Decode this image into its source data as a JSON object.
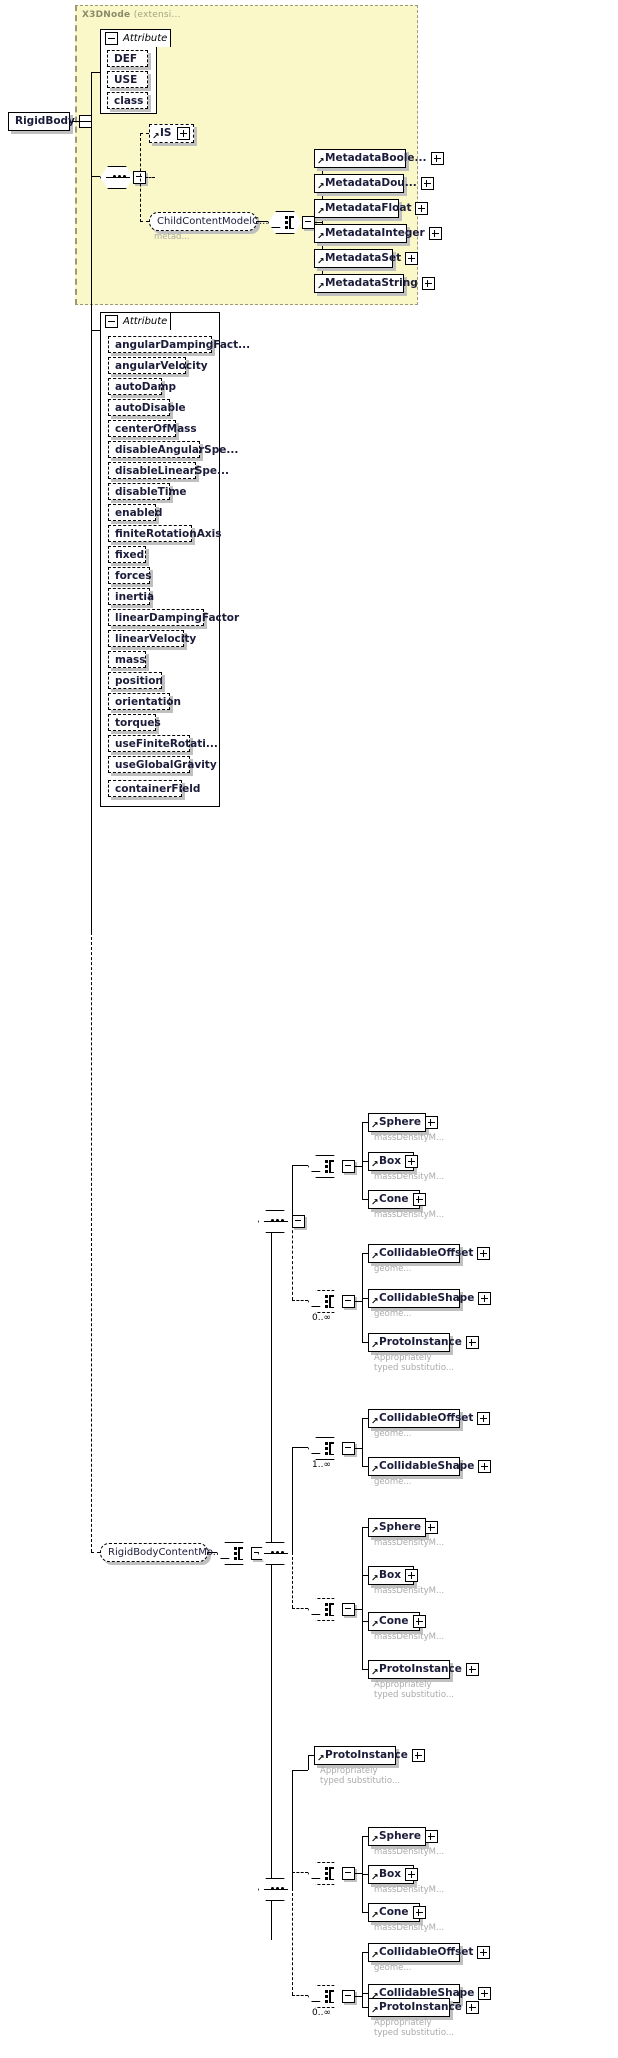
{
  "diagram": {
    "type": "xml-schema-diagram",
    "root_element": "RigidBody",
    "extension_group_title": "X3DNode",
    "extension_group_suffix": "(extensi...",
    "attribute_tab_label": "Attribute",
    "occurrence_zero_many": "0..∞",
    "occurrence_one_many": "1..∞"
  },
  "inherited": {
    "attributes": [
      "DEF",
      "USE",
      "class"
    ],
    "is_element": "IS",
    "child_content_model": "ChildContentModelC...",
    "child_content_model_anno": "metad...",
    "metadata_children": [
      "MetadataBoole...",
      "MetadataDou...",
      "MetadataFloat",
      "MetadataInteger",
      "MetadataSet",
      "MetadataString"
    ]
  },
  "own_attributes": [
    "angularDampingFact...",
    "angularVelocity",
    "autoDamp",
    "autoDisable",
    "centerOfMass",
    "disableAngularSpe...",
    "disableLinearSpe...",
    "disableTime",
    "enabled",
    "finiteRotationAxis",
    "fixed",
    "forces",
    "inertia",
    "linearDampingFactor",
    "linearVelocity",
    "mass",
    "position",
    "orientation",
    "torques",
    "useFiniteRotati...",
    "useGlobalGravity",
    "containerField"
  ],
  "content_model": {
    "label": "RigidBodyContentMo...",
    "branches": [
      {
        "id": "branch-1",
        "groups": [
          {
            "id": "g1-choice-geometry",
            "kind": "choice",
            "dashed": false,
            "occurrence": "",
            "items": [
              {
                "name": "Sphere",
                "anno": "massDensityM..."
              },
              {
                "name": "Box",
                "anno": "massDensityM..."
              },
              {
                "name": "Cone",
                "anno": "massDensityM..."
              }
            ]
          },
          {
            "id": "g1-choice-collidable",
            "kind": "choice",
            "dashed": true,
            "occurrence": "0..∞",
            "items": [
              {
                "name": "CollidableOffset",
                "anno": "geome..."
              },
              {
                "name": "CollidableShape",
                "anno": "geome..."
              },
              {
                "name": "ProtoInstance",
                "anno": "Appropriately\ntyped substitutio..."
              }
            ]
          }
        ]
      },
      {
        "id": "branch-2",
        "groups": [
          {
            "id": "g2-choice-collidable",
            "kind": "choice",
            "dashed": false,
            "occurrence": "1..∞",
            "items": [
              {
                "name": "CollidableOffset",
                "anno": "geome..."
              },
              {
                "name": "CollidableShape",
                "anno": "geome..."
              }
            ]
          },
          {
            "id": "g2-choice-geometry",
            "kind": "choice",
            "dashed": true,
            "occurrence": "",
            "items": [
              {
                "name": "Sphere",
                "anno": "massDensityM..."
              },
              {
                "name": "Box",
                "anno": "massDensityM..."
              },
              {
                "name": "Cone",
                "anno": "massDensityM..."
              },
              {
                "name": "ProtoInstance",
                "anno": "Appropriately\ntyped substitutio..."
              }
            ]
          }
        ]
      },
      {
        "id": "branch-3",
        "groups": [
          {
            "id": "g3-proto",
            "kind": "element",
            "dashed": false,
            "occurrence": "",
            "items": [
              {
                "name": "ProtoInstance",
                "anno": "Appropriately\ntyped substitutio..."
              }
            ]
          },
          {
            "id": "g3-choice-geometry",
            "kind": "choice",
            "dashed": true,
            "occurrence": "",
            "items": [
              {
                "name": "Sphere",
                "anno": "massDensityM..."
              },
              {
                "name": "Box",
                "anno": "massDensityM..."
              },
              {
                "name": "Cone",
                "anno": "massDensityM..."
              }
            ]
          },
          {
            "id": "g3-choice-collidable",
            "kind": "choice",
            "dashed": true,
            "occurrence": "0..∞",
            "items": [
              {
                "name": "CollidableOffset",
                "anno": "geome..."
              },
              {
                "name": "CollidableShape",
                "anno": "geome..."
              },
              {
                "name": "ProtoInstance",
                "anno": "Appropriately\ntyped substitutio..."
              }
            ]
          }
        ]
      }
    ]
  },
  "colors": {
    "group_fill": "#faf8c8",
    "group_border": "#9a9a7a",
    "node_text": "#1b1b3a",
    "annotation": "#aaaaaa",
    "shadow": "#c0c0c0"
  }
}
